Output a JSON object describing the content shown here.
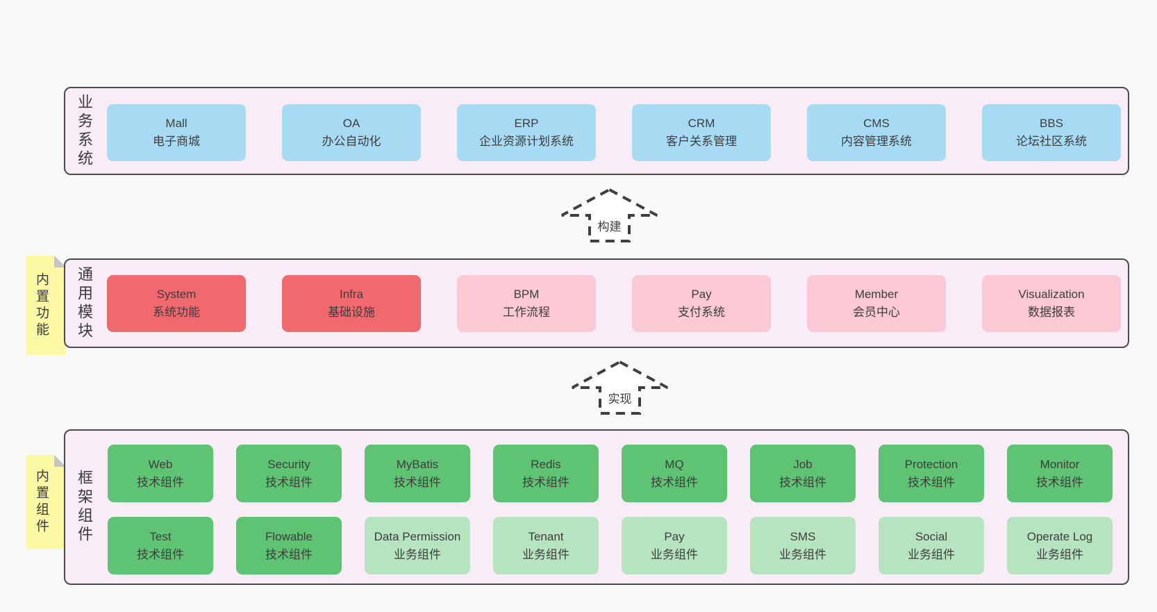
{
  "colors": {
    "page_bg": "#f8f8f8",
    "panel_bg": "#f8edf6",
    "panel_border": "#4a4a4a",
    "box_blue": "#a7dbf4",
    "box_red": "#f0696f",
    "box_pink": "#fbc9d4",
    "box_green_dark": "#5fc374",
    "box_green_light": "#b7e4c0",
    "note_yellow": "#fbf9a3",
    "note_fold_gray": "#c4c4c4",
    "text": "#3d3d3d"
  },
  "arrows": [
    {
      "label": "构建"
    },
    {
      "label": "实现"
    }
  ],
  "sections": [
    {
      "label": "业务系统",
      "boxes": [
        {
          "name": "Mall",
          "desc": "电子商城",
          "variant": "blue"
        },
        {
          "name": "OA",
          "desc": "办公自动化",
          "variant": "blue"
        },
        {
          "name": "ERP",
          "desc": "企业资源计划系统",
          "variant": "blue"
        },
        {
          "name": "CRM",
          "desc": "客户关系管理",
          "variant": "blue"
        },
        {
          "name": "CMS",
          "desc": "内容管理系统",
          "variant": "blue"
        },
        {
          "name": "BBS",
          "desc": "论坛社区系统",
          "variant": "blue"
        }
      ]
    },
    {
      "label": "通用模块",
      "note": "内置功能",
      "boxes": [
        {
          "name": "System",
          "desc": "系统功能",
          "variant": "red"
        },
        {
          "name": "Infra",
          "desc": "基础设施",
          "variant": "red"
        },
        {
          "name": "BPM",
          "desc": "工作流程",
          "variant": "pink"
        },
        {
          "name": "Pay",
          "desc": "支付系统",
          "variant": "pink"
        },
        {
          "name": "Member",
          "desc": "会员中心",
          "variant": "pink"
        },
        {
          "name": "Visualization",
          "desc": "数据报表",
          "variant": "pink"
        }
      ]
    },
    {
      "label": "框架组件",
      "note": "内置组件",
      "rows": [
        [
          {
            "name": "Web",
            "desc": "技术组件",
            "variant": "green-dark"
          },
          {
            "name": "Security",
            "desc": "技术组件",
            "variant": "green-dark"
          },
          {
            "name": "MyBatis",
            "desc": "技术组件",
            "variant": "green-dark"
          },
          {
            "name": "Redis",
            "desc": "技术组件",
            "variant": "green-dark"
          },
          {
            "name": "MQ",
            "desc": "技术组件",
            "variant": "green-dark"
          },
          {
            "name": "Job",
            "desc": "技术组件",
            "variant": "green-dark"
          },
          {
            "name": "Protection",
            "desc": "技术组件",
            "variant": "green-dark"
          },
          {
            "name": "Monitor",
            "desc": "技术组件",
            "variant": "green-dark"
          }
        ],
        [
          {
            "name": "Test",
            "desc": "技术组件",
            "variant": "green-dark"
          },
          {
            "name": "Flowable",
            "desc": "技术组件",
            "variant": "green-dark"
          },
          {
            "name": "Data Permission",
            "desc": "业务组件",
            "variant": "green-light"
          },
          {
            "name": "Tenant",
            "desc": "业务组件",
            "variant": "green-light"
          },
          {
            "name": "Pay",
            "desc": "业务组件",
            "variant": "green-light"
          },
          {
            "name": "SMS",
            "desc": "业务组件",
            "variant": "green-light"
          },
          {
            "name": "Social",
            "desc": "业务组件",
            "variant": "green-light"
          },
          {
            "name": "Operate Log",
            "desc": "业务组件",
            "variant": "green-light"
          }
        ]
      ]
    }
  ]
}
